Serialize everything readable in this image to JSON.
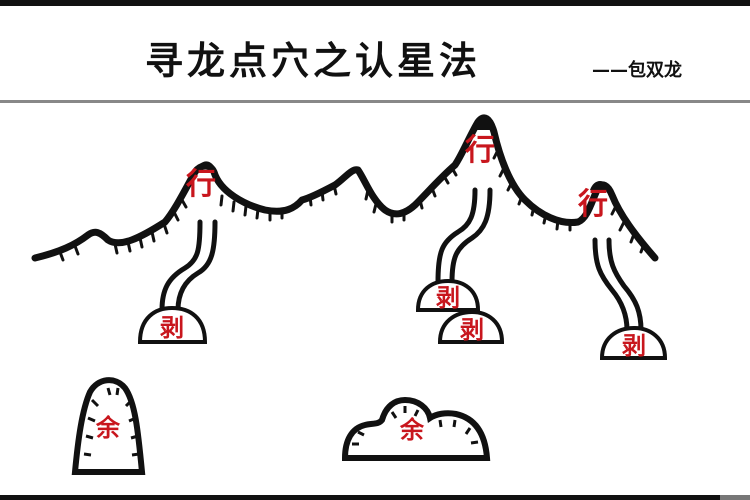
{
  "header": {
    "title": "寻龙点穴之认星法",
    "author": "——包双龙"
  },
  "labels": {
    "xing": "行",
    "bo": "剥",
    "yu": "余"
  },
  "colors": {
    "ink": "#111111",
    "label_red": "#c8161d",
    "background": "#ffffff"
  }
}
